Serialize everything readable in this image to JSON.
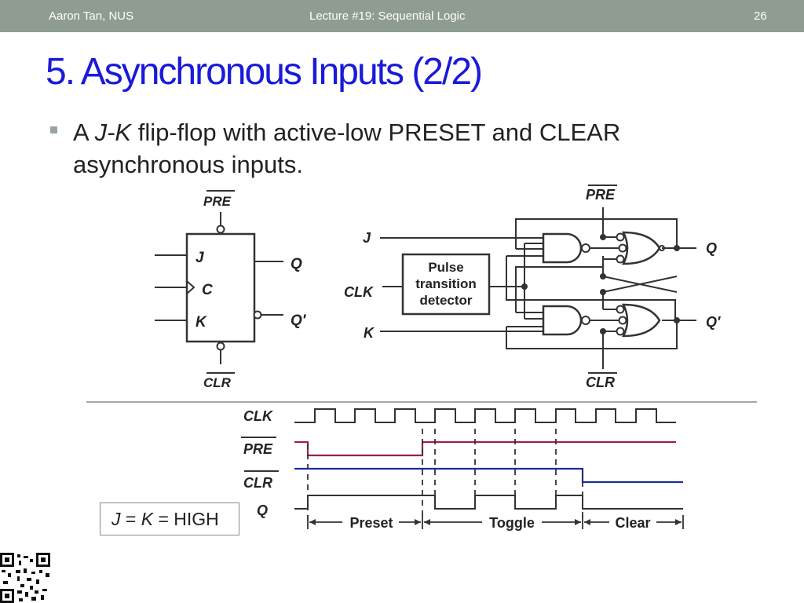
{
  "header": {
    "author": "Aaron Tan, NUS",
    "lecture": "Lecture #19: Sequential Logic",
    "page": "26"
  },
  "title": "5. Asynchronous Inputs (2/2)",
  "bullet": {
    "part1": "A ",
    "italic": "J-K",
    "part2": " flip-flop with active-low PRESET and CLEAR asynchronous inputs."
  },
  "symbol": {
    "pre": "PRE",
    "clr": "CLR",
    "j": "J",
    "c": "C",
    "k": "K",
    "q": "Q",
    "qn": "Q′"
  },
  "circuit": {
    "pre": "PRE",
    "clr": "CLR",
    "j": "J",
    "clk": "CLK",
    "k": "K",
    "detector": [
      "Pulse",
      "transition",
      "detector"
    ],
    "q": "Q",
    "qn": "Q′"
  },
  "timing": {
    "signals": [
      "CLK",
      "PRE",
      "CLR",
      "Q"
    ],
    "regions": [
      "Preset",
      "Toggle",
      "Clear"
    ],
    "colors": {
      "pre": "#a01e4b",
      "clr": "#1c2ba8",
      "clk": "#333333",
      "q": "#333333"
    }
  },
  "note": {
    "j": "J",
    "eq1": " = ",
    "k": "K",
    "eq2": " = HIGH"
  }
}
